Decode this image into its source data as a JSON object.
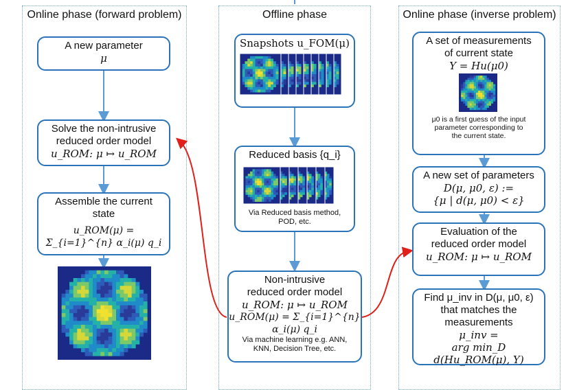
{
  "panels": {
    "left": {
      "title": "Online phase (forward problem)"
    },
    "middle": {
      "title": "Offline phase"
    },
    "right": {
      "title": "Online phase (inverse problem)"
    }
  },
  "left": {
    "box1": {
      "line1": "A new parameter",
      "line2": "μ"
    },
    "box2": {
      "line1": "Solve the non-intrusive",
      "line2": "reduced order model",
      "line3": "u_ROM: μ ↦ u_ROM"
    },
    "box3": {
      "line1": "Assemble the current",
      "line2": "state",
      "line3": "u_ROM(μ) = Σ_{i=1}^{n} α_i(μ) q_i"
    }
  },
  "middle": {
    "box1": {
      "line1": "Snapshots u_FOM(μ)"
    },
    "box2": {
      "line1": "Reduced basis {q_i}",
      "note1": "Via Reduced basis method,",
      "note2": "POD, etc."
    },
    "box3": {
      "line1": "Non-intrusive",
      "line2": "reduced order model",
      "line3": "u_ROM: μ ↦ u_ROM",
      "line4": "u_ROM(μ) = Σ_{i=1}^{n} α_i(μ) q_i",
      "note1": "Via machine learning e.g. ANN,",
      "note2": "KNN, Decision Tree, etc."
    }
  },
  "right": {
    "box1": {
      "line1": "A set of measurements",
      "line2": "of current state",
      "line3": "Y = Hu(μ0)",
      "note1": "μ0 is a first guess of the input",
      "note2": "parameter corresponding to",
      "note3": "the current state."
    },
    "box2": {
      "line1": "A new set of parameters",
      "line2": "D(μ, μ0, ε) :=",
      "line3": "{μ | d(μ, μ0) < ε}"
    },
    "box3": {
      "line1": "Evaluation of the",
      "line2": "reduced order model",
      "line3": "u_ROM: μ ↦ u_ROM"
    },
    "box4": {
      "line1": "Find μ_inv in D(μ, μ0, ε)",
      "line2": "that matches the",
      "line3": "measurements",
      "line4": "μ_inv =",
      "line5": "arg min_D d(Hu_ROM(μ), Y)"
    }
  },
  "colors": {
    "box_border": "#2a73b8",
    "arrow": "#5b9bd5",
    "red_arrow": "#e0201b",
    "panel_border": "#6aa7d6"
  }
}
